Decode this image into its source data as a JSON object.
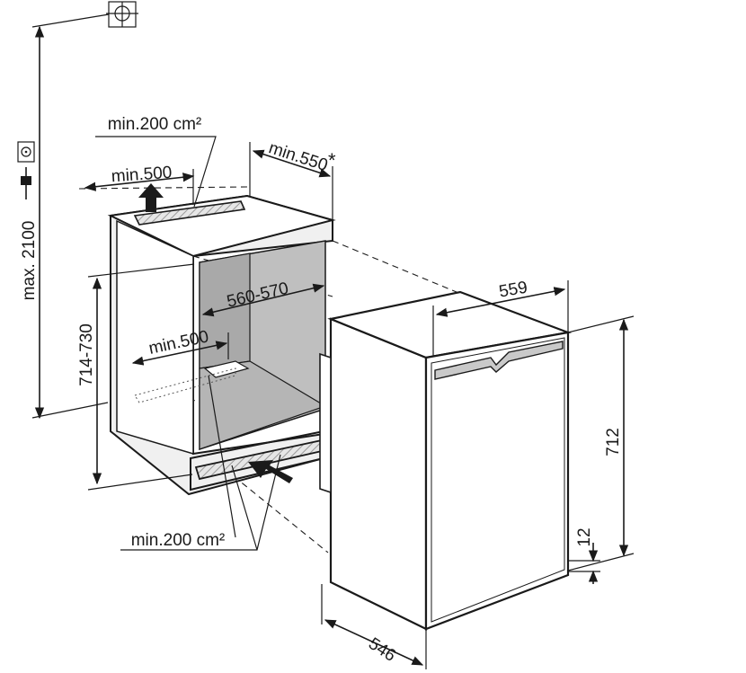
{
  "labels": {
    "min_200_top": "min.200 cm²",
    "min_500_top": "min.500",
    "min_550": "min.550",
    "asterisk": "*",
    "max_2100": "max. 2100",
    "range_714_730": "714-730",
    "range_560_570": "560-570",
    "min_500_floor": "min.500",
    "min_200_bottom": "min.200 cm²",
    "width_559": "559",
    "height_712": "712",
    "gap_12": "12",
    "depth_546": "546"
  },
  "colors": {
    "line": "#1a1a1a",
    "interior": "#bfbfbf",
    "interior_dark": "#a9a9a9",
    "wall": "#f0f0f0",
    "grille": "#d0d0d0"
  },
  "icons": [
    "earth-ground-icon",
    "power-socket-icon",
    "power-plug-icon",
    "air-flow-arrow-icon"
  ]
}
